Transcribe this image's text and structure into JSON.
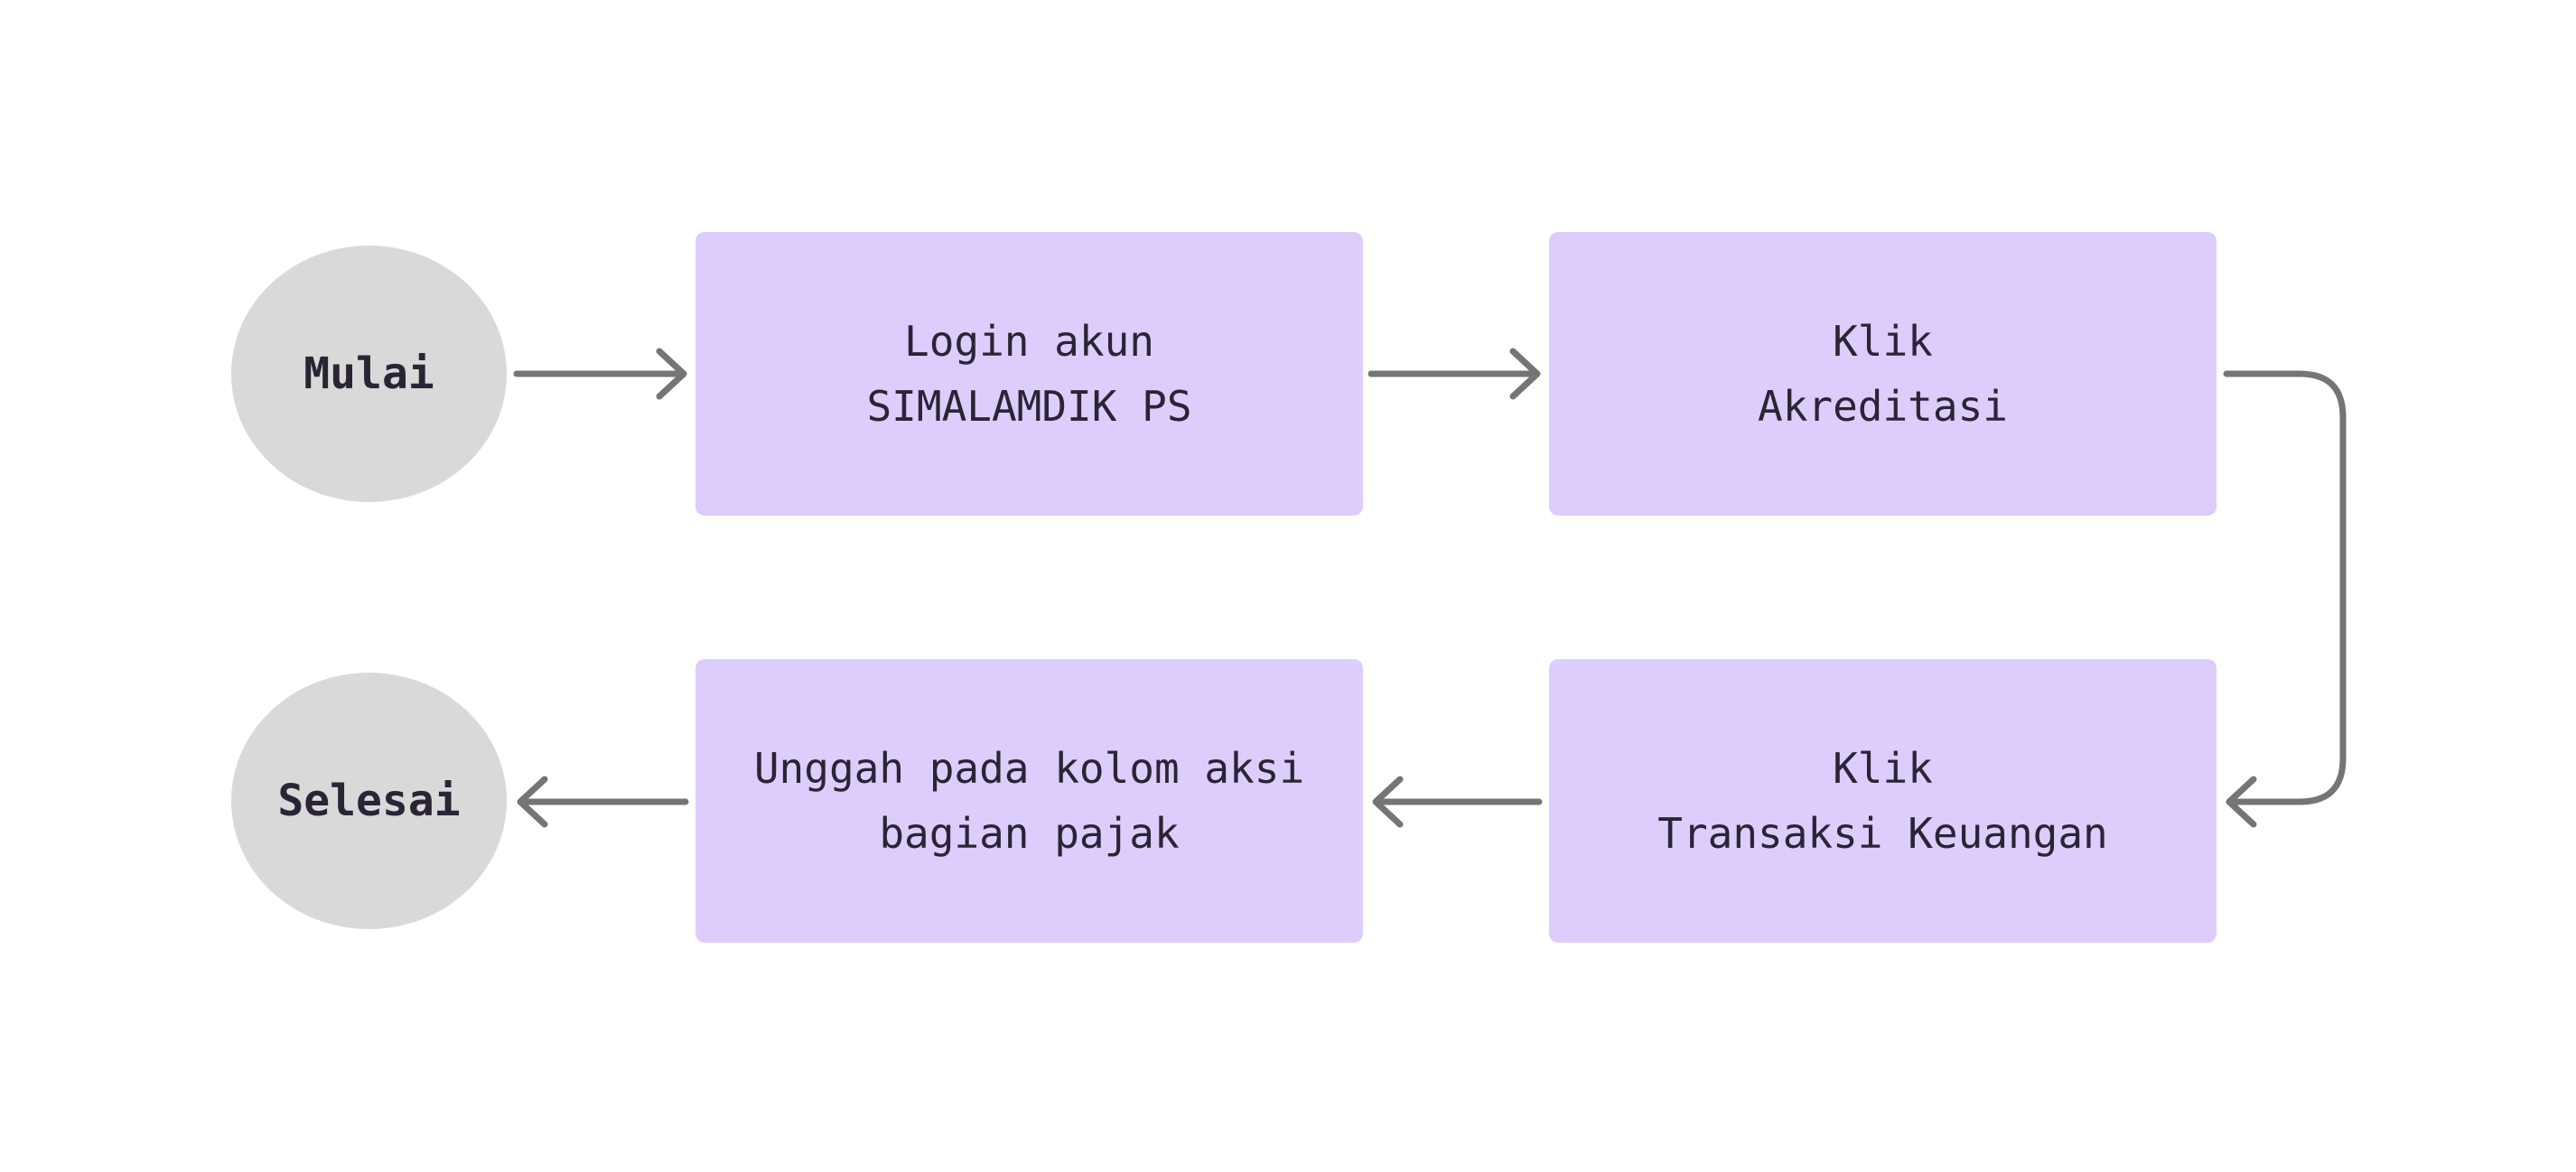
{
  "colors": {
    "terminal_fill": "#d9d9d9",
    "process_fill": "#ddcdfd",
    "connector": "#757575",
    "text": "#2a2435"
  },
  "nodes": {
    "start": {
      "label": "Mulai"
    },
    "login": {
      "label": "Login akun\nSIMALAMDIK PS"
    },
    "akreditasi": {
      "label": "Klik\nAkreditasi"
    },
    "transaksi": {
      "label": "Klik\nTransaksi Keuangan"
    },
    "unggah": {
      "label": "Unggah pada kolom aksi\nbagian pajak"
    },
    "end": {
      "label": "Selesai"
    }
  },
  "edges": [
    {
      "from": "Mulai",
      "to": "Login akun SIMALAMDIK PS"
    },
    {
      "from": "Login akun SIMALAMDIK PS",
      "to": "Klik Akreditasi"
    },
    {
      "from": "Klik Akreditasi",
      "to": "Klik Transaksi Keuangan"
    },
    {
      "from": "Klik Transaksi Keuangan",
      "to": "Unggah pada kolom aksi bagian pajak"
    },
    {
      "from": "Unggah pada kolom aksi bagian pajak",
      "to": "Selesai"
    }
  ]
}
